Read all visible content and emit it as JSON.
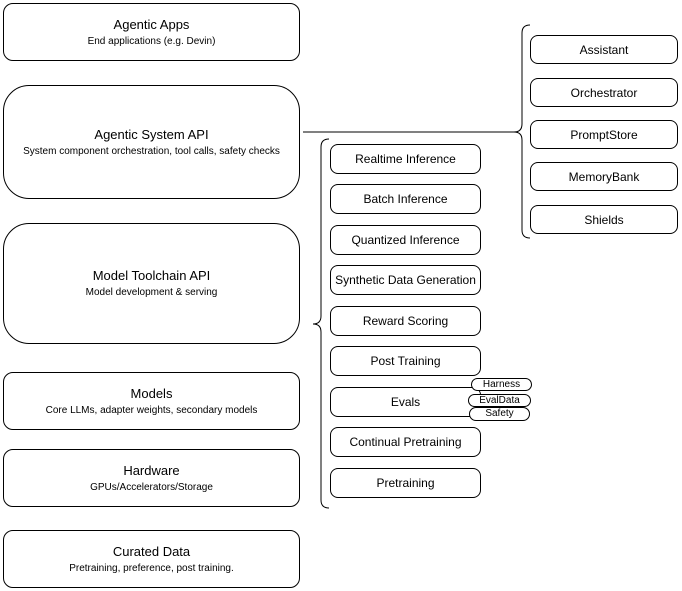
{
  "left_column": [
    {
      "title": "Agentic Apps",
      "subtitle": "End applications (e.g. Devin)"
    },
    {
      "title": "Agentic System API",
      "subtitle": "System component orchestration, tool calls, safety checks"
    },
    {
      "title": "Model Toolchain API",
      "subtitle": "Model development & serving"
    },
    {
      "title": "Models",
      "subtitle": "Core LLMs, adapter weights, secondary models"
    },
    {
      "title": "Hardware",
      "subtitle": "GPUs/Accelerators/Storage"
    },
    {
      "title": "Curated Data",
      "subtitle": "Pretraining, preference, post training."
    }
  ],
  "middle_column": [
    "Realtime Inference",
    "Batch Inference",
    "Quantized Inference",
    "Synthetic Data Generation",
    "Reward Scoring",
    "Post Training",
    "Evals",
    "Continual Pretraining",
    "Pretraining"
  ],
  "eval_tags": [
    "Harness",
    "EvalData",
    "Safety"
  ],
  "right_column": [
    "Assistant",
    "Orchestrator",
    "PromptStore",
    "MemoryBank",
    "Shields"
  ],
  "colors": {
    "stroke": "#000000",
    "fill": "#ffffff"
  }
}
